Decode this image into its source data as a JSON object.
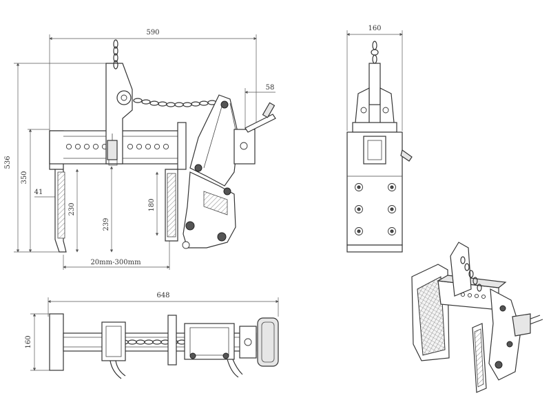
{
  "dimensions": {
    "overall_width": "590",
    "side_width": "160",
    "offset_58": "58",
    "overall_height": "536",
    "height_350": "350",
    "offset_41": "41",
    "height_230": "230",
    "height_239": "239",
    "height_180": "180",
    "jaw_range": "20mm-300mm",
    "bottom_length": "648",
    "bottom_width": "160"
  }
}
